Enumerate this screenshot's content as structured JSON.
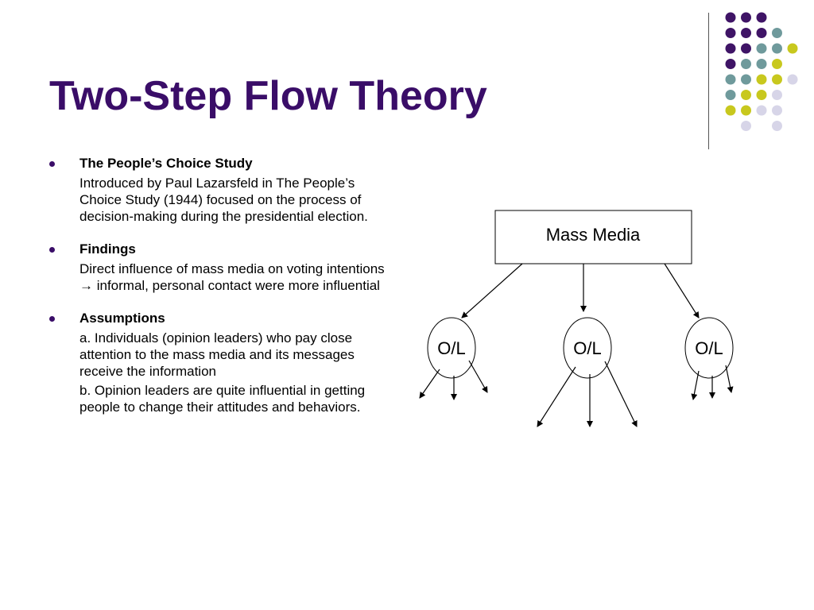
{
  "slide": {
    "title": "Two-Step Flow Theory",
    "title_color": "#3a0d68"
  },
  "bullets": [
    {
      "heading": "The People’s Choice Study",
      "paragraphs": [
        "Introduced by Paul Lazarsfeld in The People’s Choice Study (1944) focused on the process of decision-making during the presidential election."
      ]
    },
    {
      "heading": "Findings",
      "paragraphs": [
        "Direct influence of mass media on voting intentions → informal, personal contact were more influential"
      ]
    },
    {
      "heading": "Assumptions",
      "paragraphs": [
        "a. Individuals (opinion leaders) who pay close attention to the mass media and its messages receive the information",
        "b. Opinion leaders are quite influential in getting people to change their attitudes and behaviors."
      ]
    }
  ],
  "diagram": {
    "source_label": "Mass Media",
    "leader_labels": [
      "O/L",
      "O/L",
      "O/L"
    ]
  },
  "decor": {
    "dot_colors": {
      "purple": "#3f1466",
      "teal": "#6f9a9c",
      "olive": "#c8c81e",
      "lavender": "#d7d5e8"
    }
  }
}
